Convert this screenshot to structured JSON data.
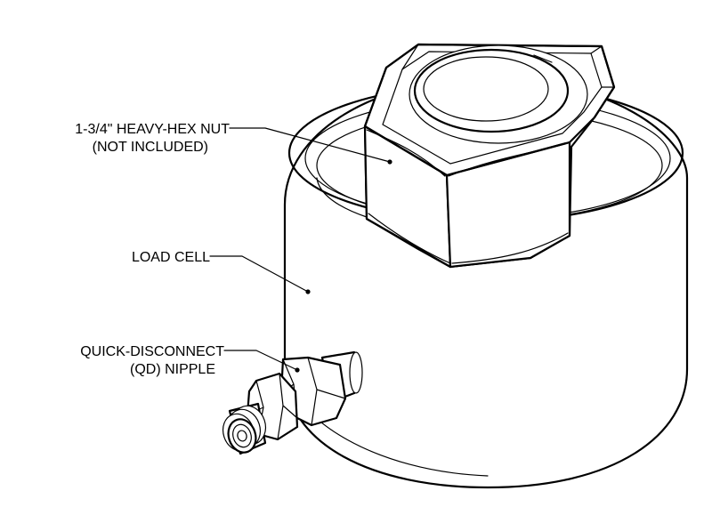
{
  "diagram": {
    "callouts": {
      "nut": {
        "line1": "1-3/4\" HEAVY-HEX NUT",
        "line2": "(NOT INCLUDED)"
      },
      "load_cell": {
        "line1": "LOAD CELL"
      },
      "qd_nipple": {
        "line1": "QUICK-DISCONNECT",
        "line2": "(QD) NIPPLE"
      }
    }
  }
}
